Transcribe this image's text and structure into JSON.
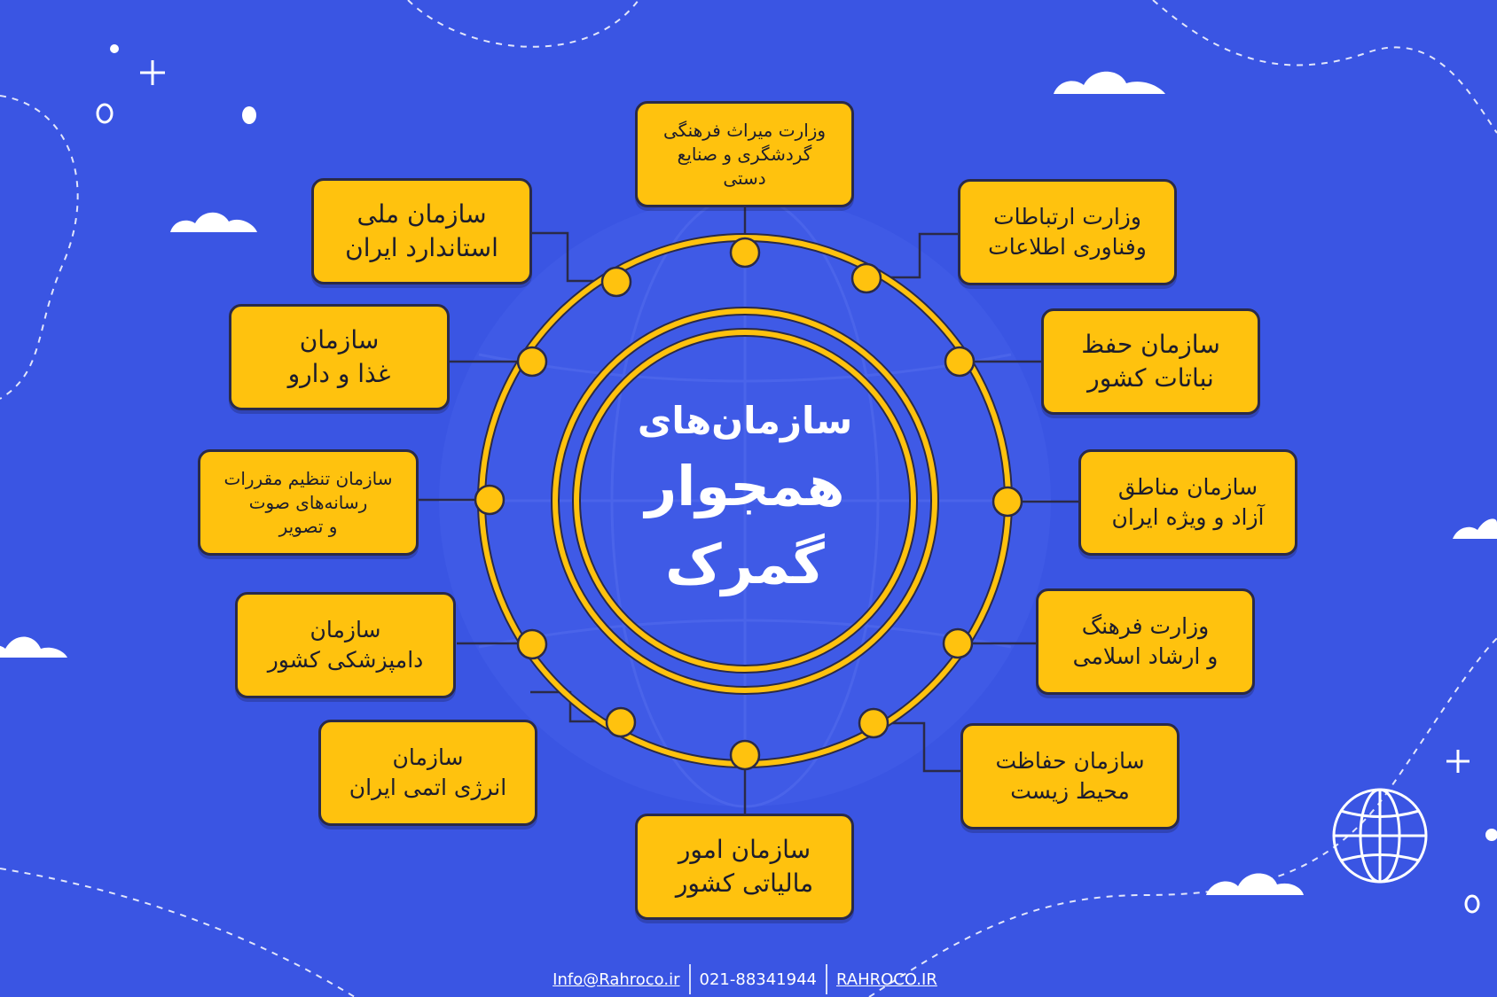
{
  "title": {
    "line1": "سازمان‌های",
    "line2": "همجوار",
    "line3": "گمرک"
  },
  "nodes": [
    {
      "id": "miras",
      "lines": [
        "وزارت میراث فرهنگی",
        "گردشگری و صنایع",
        "دستی"
      ]
    },
    {
      "id": "ertebatat",
      "lines": [
        "وزارت ارتباطات",
        "وفناوری اطلاعات"
      ]
    },
    {
      "id": "hefz-nabatat",
      "lines": [
        "سازمان حفظ",
        "نباتات کشور"
      ]
    },
    {
      "id": "manategh-azad",
      "lines": [
        "سازمان مناطق",
        "آزاد و ویژه ایران"
      ]
    },
    {
      "id": "farhang-ershad",
      "lines": [
        "وزارت فرهنگ",
        "و ارشاد اسلامی"
      ]
    },
    {
      "id": "mohit-zist",
      "lines": [
        "سازمان حفاظت",
        "محیط زیست"
      ]
    },
    {
      "id": "maliati",
      "lines": [
        "سازمان امور",
        "مالیاتی کشور"
      ]
    },
    {
      "id": "energy-atomi",
      "lines": [
        "سازمان",
        "انرژی اتمی ایران"
      ]
    },
    {
      "id": "dampezeshki",
      "lines": [
        "سازمان",
        "دامپزشکی کشور"
      ]
    },
    {
      "id": "rasaneh",
      "lines": [
        "سازمان تنظیم مقررات",
        "رسانه‌های صوت",
        "و تصویر"
      ]
    },
    {
      "id": "ghaza-daru",
      "lines": [
        "سازمان",
        "غذا و دارو"
      ]
    },
    {
      "id": "standard",
      "lines": [
        "سازمان ملی",
        "استاندارد ایران"
      ]
    }
  ],
  "footer": {
    "email": "Info@Rahroco.ir",
    "phone": "021-88341944",
    "site": "RAHROCO.IR"
  },
  "colors": {
    "background": "#3a55e3",
    "accent": "#ffc20e",
    "outline": "#2a2a48"
  }
}
